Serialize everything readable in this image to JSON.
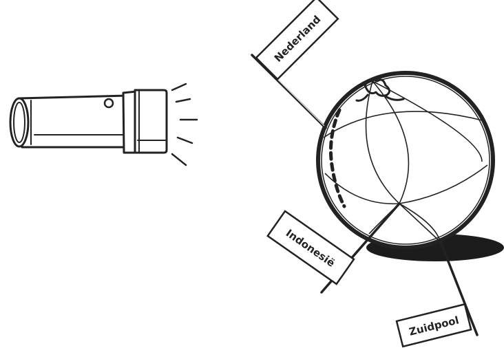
{
  "flags": {
    "netherlands": "Nederland",
    "indonesia": "Indonesië",
    "south_pole": "Zuidpool"
  },
  "colors": {
    "ink": "#222222",
    "shadow": "#1c1c1c",
    "background": "#ffffff"
  },
  "icons": {
    "flashlight": "flashlight-icon",
    "globe": "globe-icon"
  }
}
